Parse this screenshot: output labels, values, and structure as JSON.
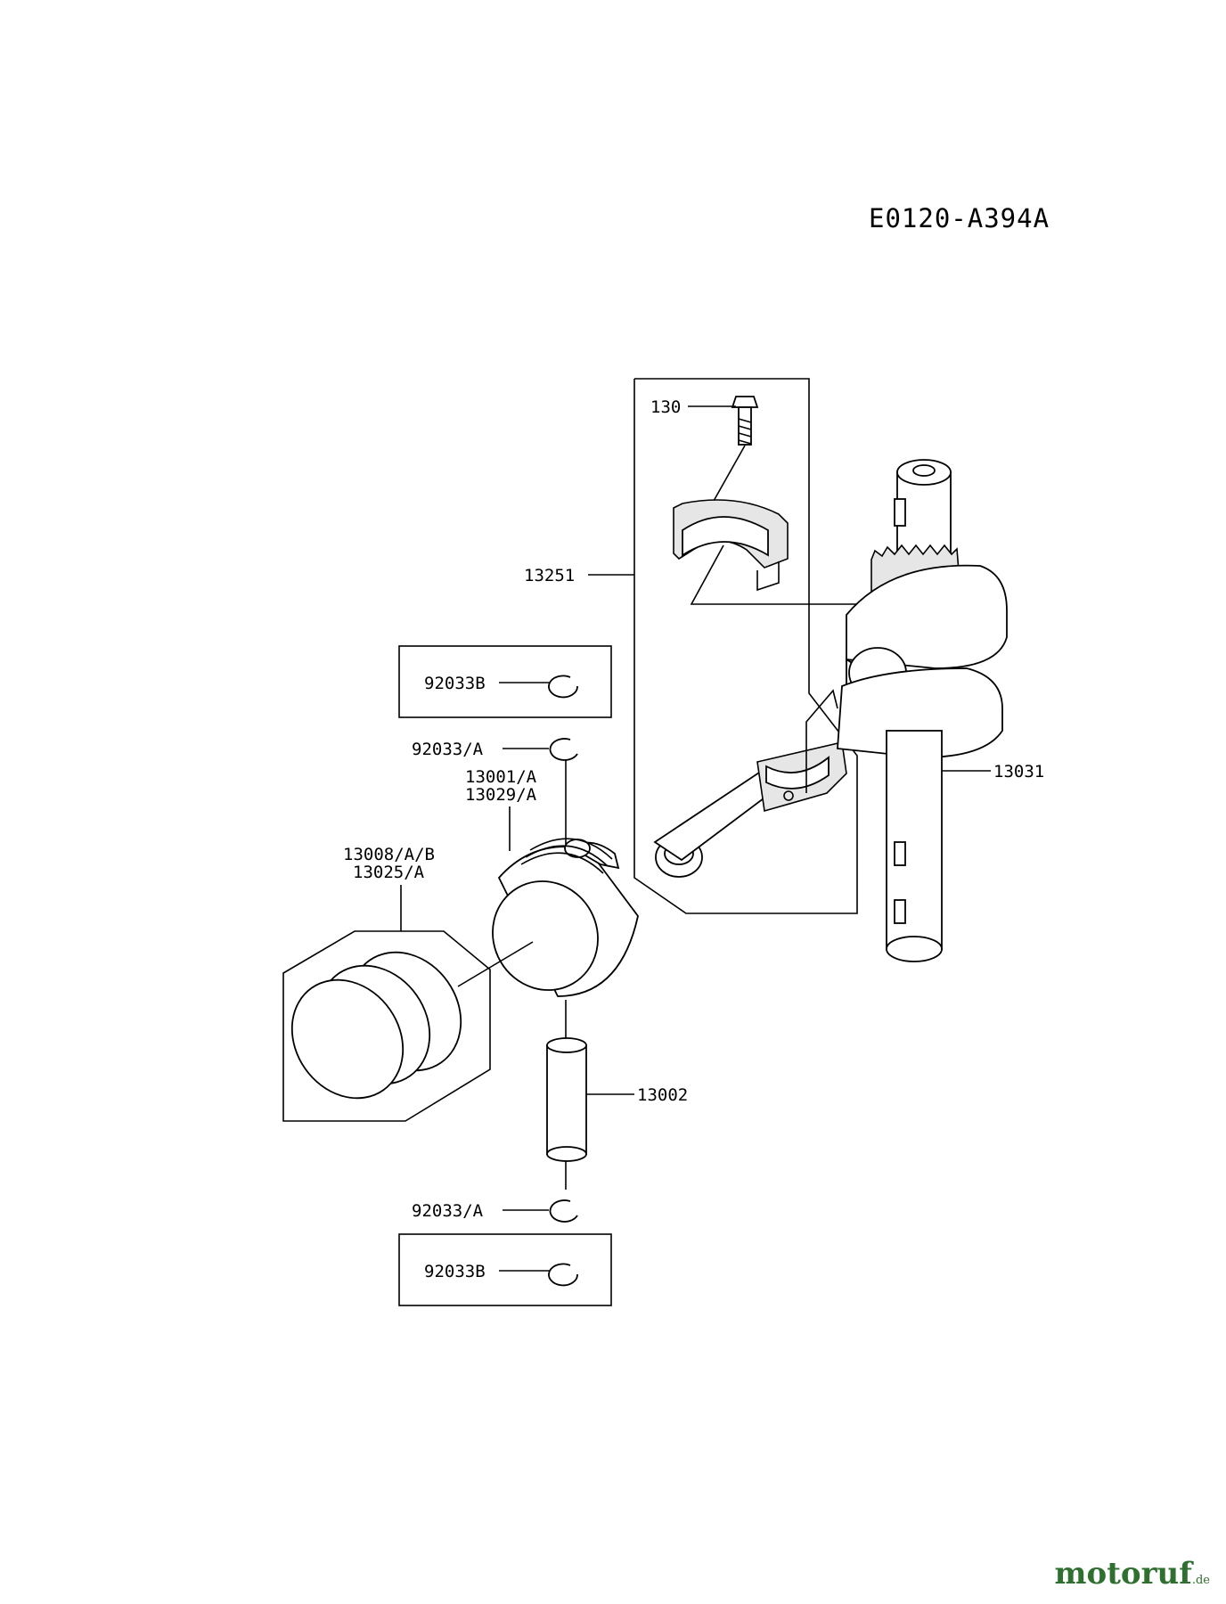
{
  "diagram_code": "E0120-A394A",
  "callouts": {
    "bolt": "130",
    "conrod_kit": "13251",
    "crankshaft": "13031",
    "circlip_kit_top": "92033B",
    "circlip_top": "92033/A",
    "piston_line1": "13001/A",
    "piston_line2": "13029/A",
    "rings_line1": "13008/A/B",
    "rings_line2": "13025/A",
    "pin": "13002",
    "circlip_bottom": "92033/A",
    "circlip_kit_bottom": "92033B"
  },
  "watermark": {
    "text": "motoruf",
    "suffix": ".de",
    "color": "#2f6f2f"
  }
}
